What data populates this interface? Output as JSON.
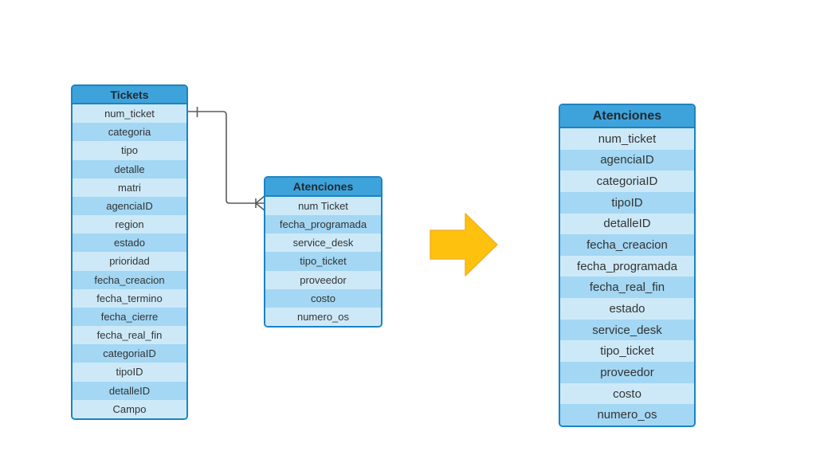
{
  "diagram": {
    "colors": {
      "header_blue": "#3FA3DB",
      "border_blue": "#1B84C2",
      "row_light": "#CDE9F8",
      "row_alt": "#A3D7F4",
      "connector_gray": "#5C5C5C",
      "arrow_yellow": "#FEC10D",
      "arrow_outline": "#EFB32A"
    },
    "tables": [
      {
        "title": "Tickets",
        "fields": [
          "num_ticket",
          "categoria",
          "tipo",
          "detalle",
          "matri",
          "agenciaID",
          "region",
          "estado",
          "prioridad",
          "fecha_creacion",
          "fecha_termino",
          "fecha_cierre",
          "fecha_real_fin",
          "categoriaID",
          "tipoID",
          "detalleID",
          "Campo"
        ]
      },
      {
        "title": "Atenciones",
        "fields": [
          "num Ticket",
          "fecha_programada",
          "service_desk",
          "tipo_ticket",
          "proveedor",
          "costo",
          "numero_os"
        ]
      },
      {
        "title": "Atenciones",
        "fields": [
          "num_ticket",
          "agenciaID",
          "categoriaID",
          "tipoID",
          "detalleID",
          "fecha_creacion",
          "fecha_programada",
          "fecha_real_fin",
          "estado",
          "service_desk",
          "tipo_ticket",
          "proveedor",
          "costo",
          "numero_os"
        ]
      }
    ],
    "connector": {
      "from": "Tickets.num_ticket",
      "to": "Atenciones.num Ticket",
      "from_cardinality": "one",
      "to_cardinality": "many"
    },
    "arrow": {
      "icon": "right-block-arrow"
    }
  }
}
